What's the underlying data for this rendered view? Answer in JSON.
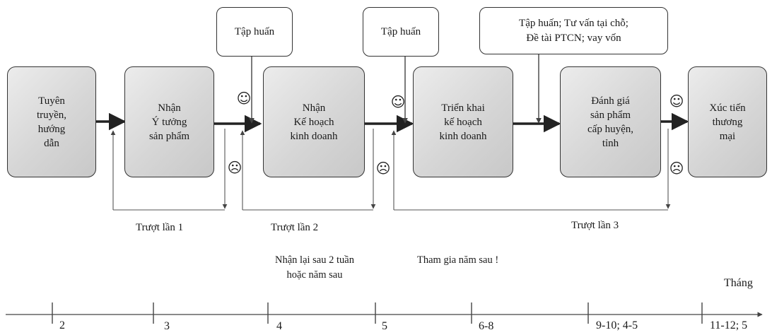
{
  "stages": [
    "Tuyên\ntruyền,\nhướng\ndẫn",
    "Nhận\nÝ tưởng\nsản phẩm",
    "Nhận\nKế hoạch\nkinh doanh",
    "Triển khai\nkế hoạch\nkinh doanh",
    "Đánh giá\nsản phẩm\ncấp huyện,\ntỉnh",
    "Xúc tiến\nthương\nmại"
  ],
  "callouts": [
    "Tập huấn",
    "Tập huấn",
    "Tập huấn; Tư vấn tại chỗ;\nĐề tài PTCN; vay vốn"
  ],
  "faces": {
    "pass_icon": "smiley-icon",
    "fail_icon": "sad-face-icon",
    "pass_glyph": "☺",
    "fail_glyph": "☹"
  },
  "fail_loops": [
    "Trượt lần 1",
    "Trượt lần 2",
    "Trượt lần 3"
  ],
  "notes": [
    "Nhận lại sau 2 tuần\nhoặc năm sau",
    "Tham gia năm sau !"
  ],
  "timeline": {
    "unit_label": "Tháng",
    "ticks": [
      "2",
      "3",
      "4",
      "5",
      "6-8",
      "9-10; 4-5",
      "11-12; 5"
    ]
  }
}
